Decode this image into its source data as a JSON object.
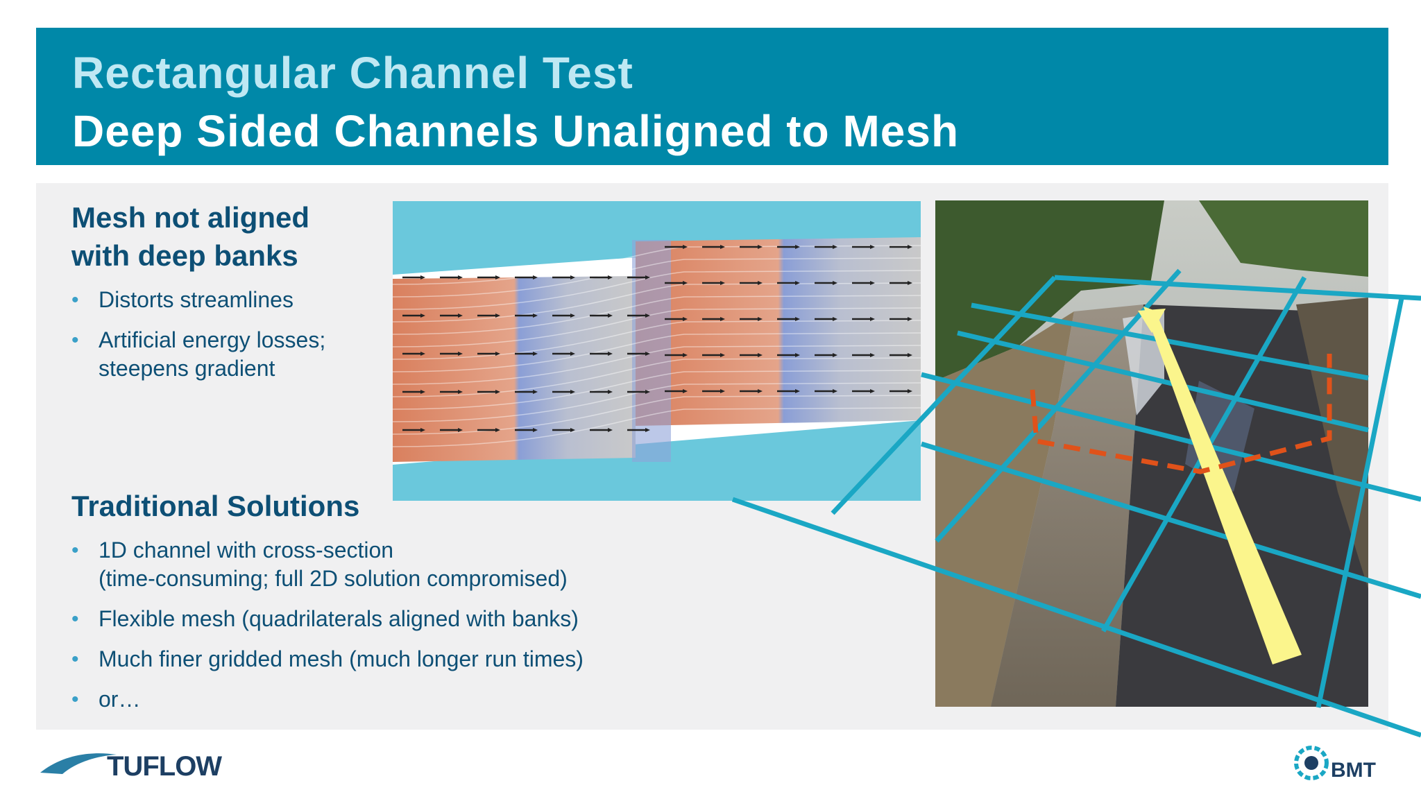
{
  "header": {
    "title_line1": "Rectangular Channel Test",
    "title_line2": "Deep Sided Channels Unaligned to Mesh",
    "bg_color": "#0088a8"
  },
  "section1": {
    "heading_line1": "Mesh not aligned",
    "heading_line2": "with deep banks",
    "bullets": [
      {
        "line1": "Distorts streamlines"
      },
      {
        "line1": "Artificial energy losses;",
        "line2": "steepens gradient"
      }
    ]
  },
  "section2": {
    "heading": "Traditional Solutions",
    "bullets": [
      {
        "line1": "1D channel with cross-section",
        "line2": "(time-consuming; full 2D solution compromised)"
      },
      {
        "line1": "Flexible mesh (quadrilaterals aligned with banks)"
      },
      {
        "line1": "Much finer gridded mesh (much longer run times)"
      },
      {
        "line1": "or…"
      }
    ]
  },
  "logos": {
    "left": "TUFLOW",
    "right": "BMT"
  },
  "colors": {
    "heading": "#0d4f75",
    "bullet": "#3aa0c8",
    "bank": "#6ac8dc",
    "grid": "#1aa7c4",
    "arrow": "#fbf58c",
    "section_line": "#e0521a"
  },
  "icons": {
    "bmt_mark": "globe-mark-icon",
    "tuflow_mark": "wave-icon"
  }
}
